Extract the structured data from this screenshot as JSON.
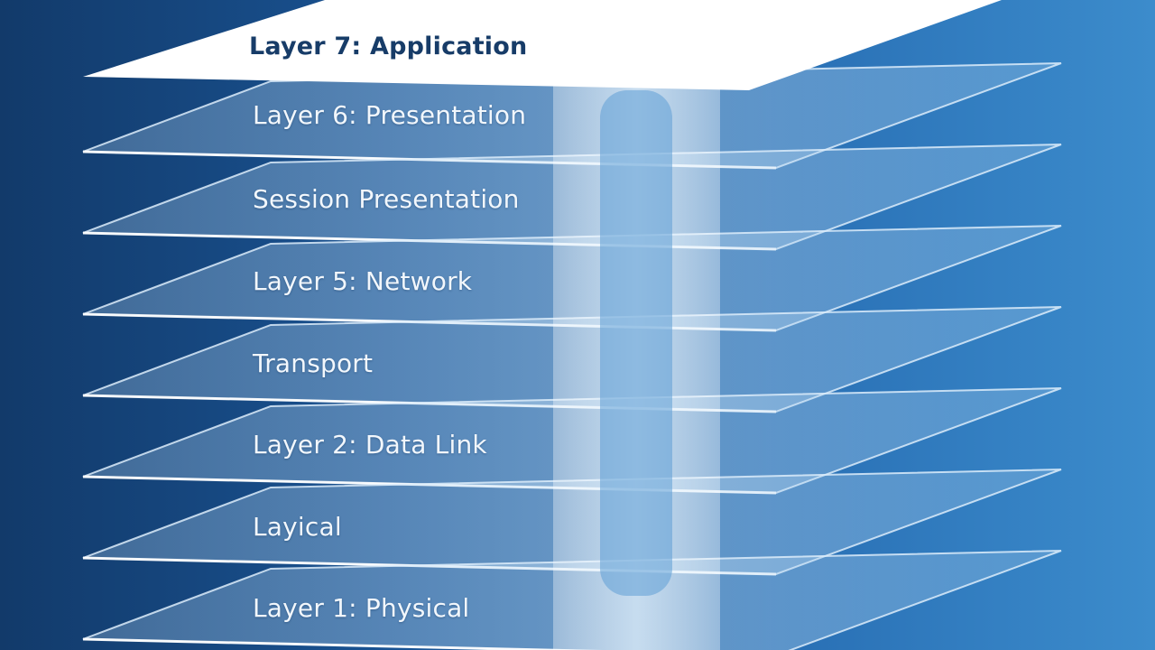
{
  "diagram": {
    "layers": [
      {
        "label": "Layer 7: Application",
        "highlight": true
      },
      {
        "label": "Layer 6: Presentation"
      },
      {
        "label": "Session Presentation"
      },
      {
        "label": "Layer 5: Network"
      },
      {
        "label": "Transport"
      },
      {
        "label": "Layer 2: Data Link"
      },
      {
        "label": "Layical"
      },
      {
        "label": "Layer 1: Physical"
      }
    ],
    "colors": {
      "background_dark": "#123a6a",
      "background_light": "#3c8ccc",
      "top_plane": "#ffffff",
      "top_label": "#173c68",
      "label": "#f2f7fc"
    }
  }
}
